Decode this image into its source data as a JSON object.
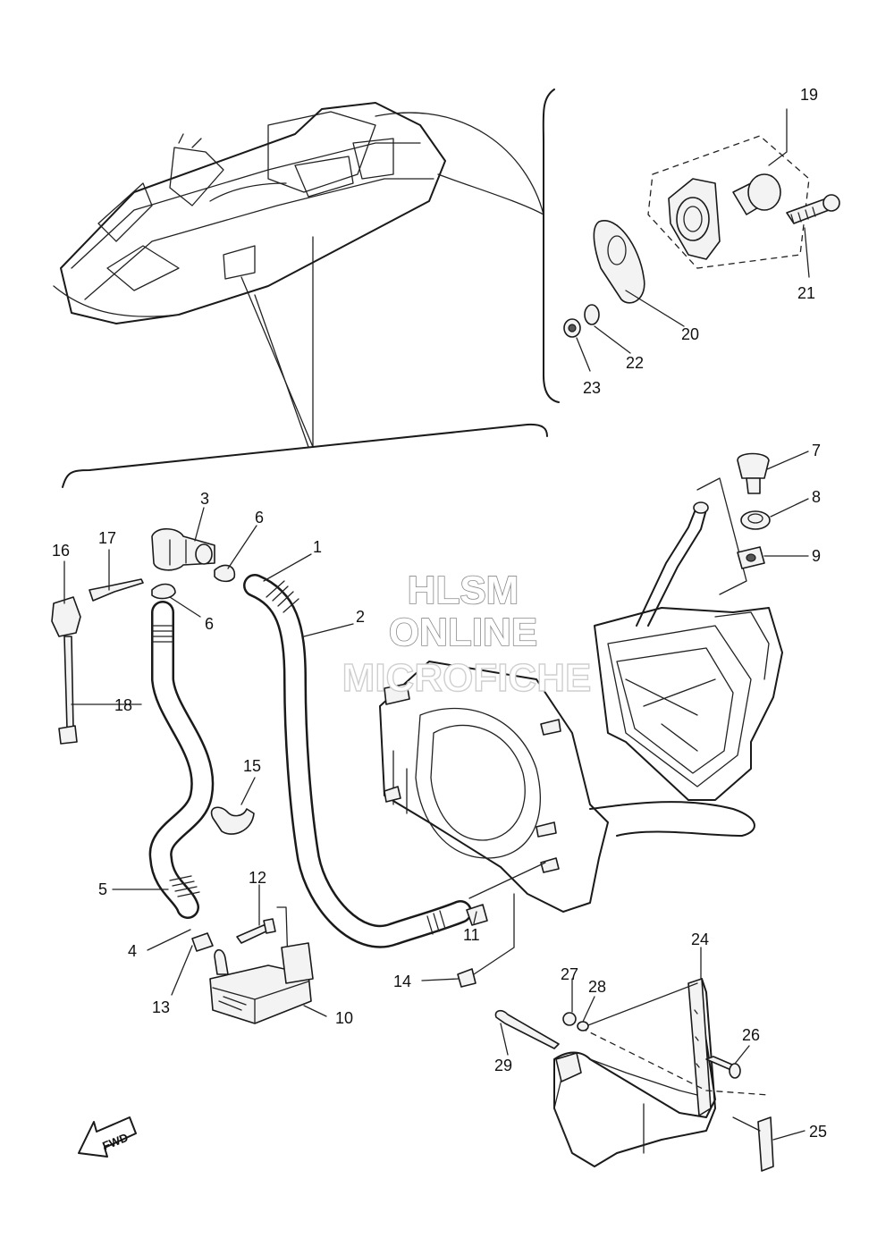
{
  "watermark": {
    "line1": "HLSM",
    "line2": "ONLINE",
    "line3": "MICROFICHE"
  },
  "direction_label": "FWD",
  "callouts": {
    "c1": "1",
    "c2": "2",
    "c3": "3",
    "c4": "4",
    "c5": "5",
    "c6a": "6",
    "c6b": "6",
    "c7": "7",
    "c8": "8",
    "c9": "9",
    "c10": "10",
    "c11": "11",
    "c12": "12",
    "c13": "13",
    "c14": "14",
    "c15": "15",
    "c16": "16",
    "c17": "17",
    "c18": "18",
    "c19": "19",
    "c20": "20",
    "c21": "21",
    "c22": "22",
    "c23": "23",
    "c24": "24",
    "c25": "25",
    "c26": "26",
    "c27": "27",
    "c28": "28",
    "c29": "29"
  }
}
